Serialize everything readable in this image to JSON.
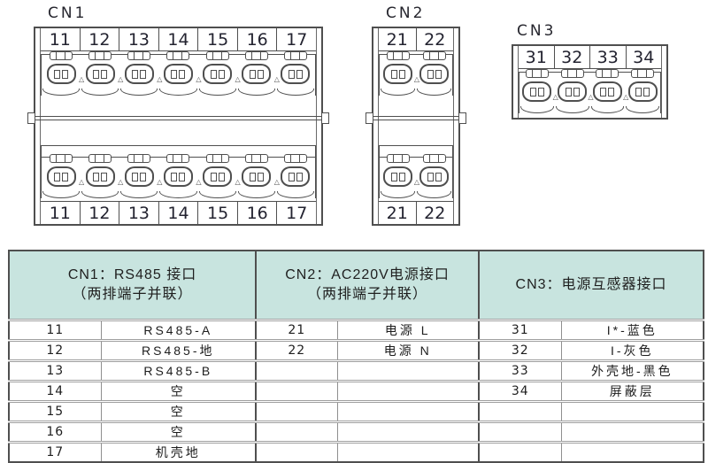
{
  "colors": {
    "line": "#4f4f4f",
    "table_header_bg": "#c8e4df",
    "digit_text": "#232330"
  },
  "icons": {
    "triangle_marker": "△"
  },
  "connectors": [
    {
      "id": "cn1",
      "label": "CN1",
      "rows": 2,
      "terminals": [
        "11",
        "12",
        "13",
        "14",
        "15",
        "16",
        "17"
      ]
    },
    {
      "id": "cn2",
      "label": "CN2",
      "rows": 2,
      "terminals": [
        "21",
        "22"
      ]
    },
    {
      "id": "cn3",
      "label": "CN3",
      "rows": 1,
      "terminals": [
        "31",
        "32",
        "33",
        "34"
      ]
    }
  ],
  "pin_table": {
    "row_count": 7,
    "sections": [
      {
        "id": "cn1",
        "title": "CN1：RS485 接口",
        "subtitle": "（两排端子并联）",
        "pins": [
          {
            "no": "11",
            "desc": "RS485-A"
          },
          {
            "no": "12",
            "desc": "RS485-地"
          },
          {
            "no": "13",
            "desc": "RS485-B"
          },
          {
            "no": "14",
            "desc": "空"
          },
          {
            "no": "15",
            "desc": "空"
          },
          {
            "no": "16",
            "desc": "空"
          },
          {
            "no": "17",
            "desc": "机壳地"
          }
        ]
      },
      {
        "id": "cn2",
        "title": "CN2：AC220V电源接口",
        "subtitle": "（两排端子并联）",
        "pins": [
          {
            "no": "21",
            "desc": "电源 L"
          },
          {
            "no": "22",
            "desc": "电源 N"
          }
        ]
      },
      {
        "id": "cn3",
        "title": "CN3：电源互感器接口",
        "subtitle": "",
        "pins": [
          {
            "no": "31",
            "desc": "I*-蓝色"
          },
          {
            "no": "32",
            "desc": "I-灰色"
          },
          {
            "no": "33",
            "desc": "外壳地-黑色"
          },
          {
            "no": "34",
            "desc": "屏蔽层"
          }
        ]
      }
    ]
  }
}
